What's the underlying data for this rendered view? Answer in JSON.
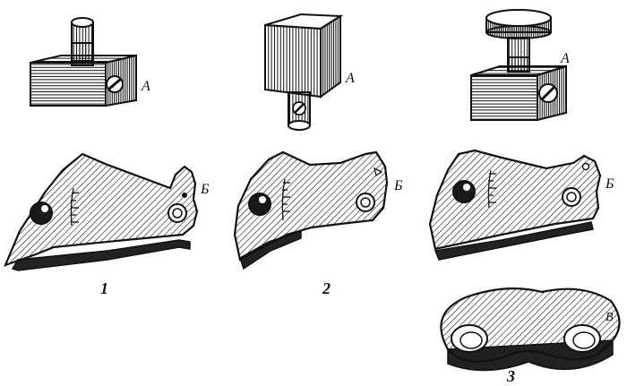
{
  "labels": {
    "part_a": "А",
    "part_b": "Б",
    "part_v": "В"
  },
  "figures": [
    "1",
    "2",
    "3"
  ]
}
